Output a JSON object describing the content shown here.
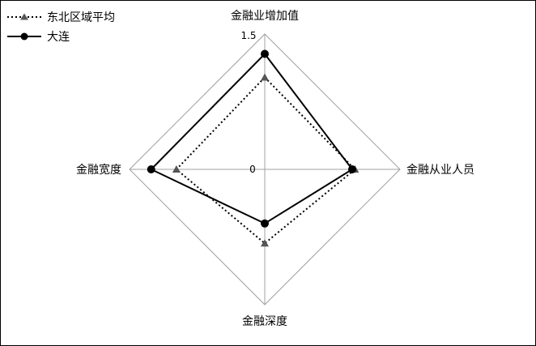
{
  "chart_data": {
    "type": "radar",
    "axes": [
      "金融业增加值",
      "金融从业人员",
      "金融深度",
      "金融宽度"
    ],
    "ticks": [
      "1.5",
      "0"
    ],
    "range": [
      0,
      1.5
    ],
    "legend_position": "top-left",
    "series": [
      {
        "name": "东北区域平均",
        "values": [
          1.02,
          1.0,
          0.82,
          0.98
        ],
        "color": "#000000",
        "line_style": "dotted",
        "marker": "triangle",
        "marker_color": "#555555"
      },
      {
        "name": "大连",
        "values": [
          1.28,
          0.97,
          0.6,
          1.26
        ],
        "color": "#000000",
        "line_style": "solid",
        "marker": "circle",
        "marker_color": "#000000"
      }
    ]
  }
}
